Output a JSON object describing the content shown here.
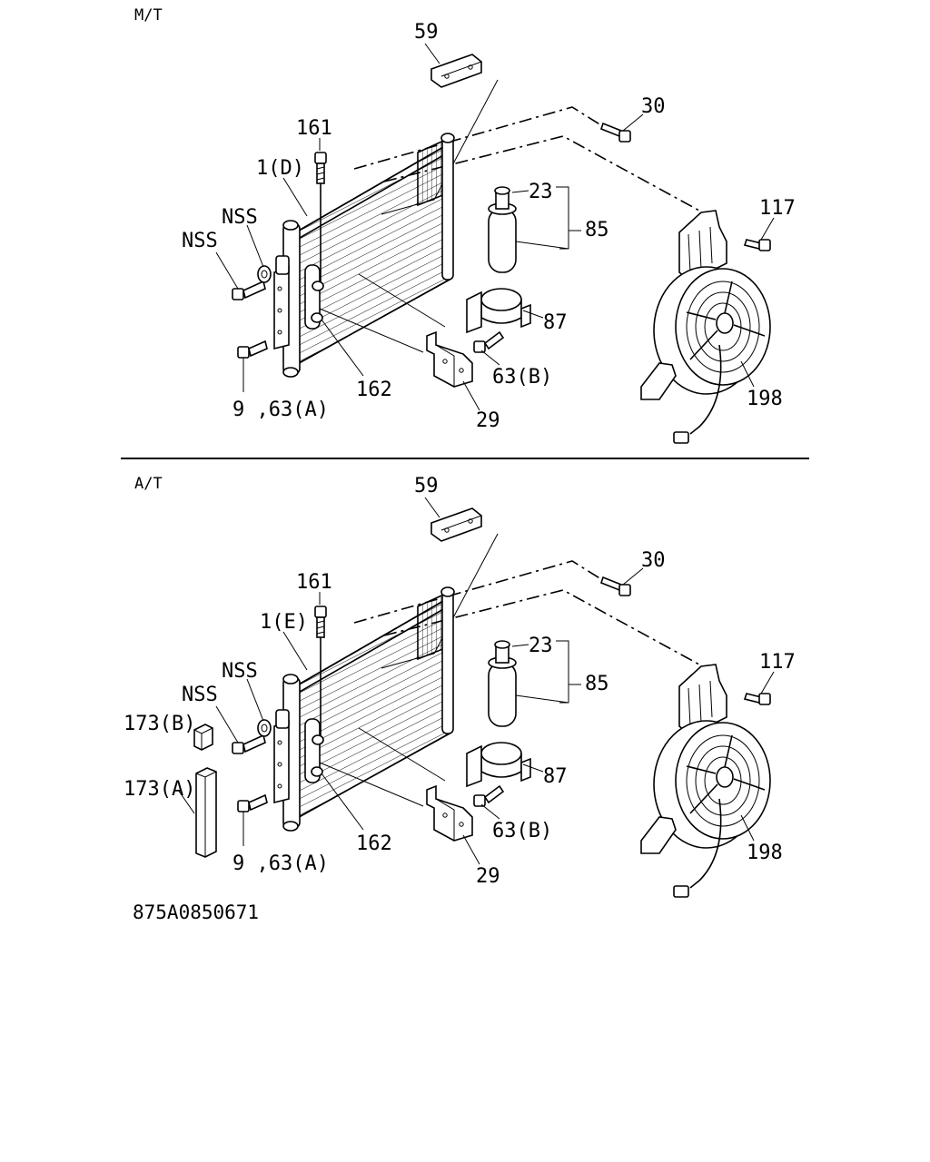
{
  "sections": [
    {
      "id": "mt",
      "header": "M/T",
      "labels": {
        "p59": "59",
        "p30": "30",
        "p161": "161",
        "p1": "1(D)",
        "p23": "23",
        "p85": "85",
        "p117": "117",
        "nss_upper": "NSS",
        "nss_lower": "NSS",
        "p87": "87",
        "p63b": "63(B)",
        "p198": "198",
        "p162": "162",
        "p9_63a": "9 ,63(A)",
        "p29": "29"
      }
    },
    {
      "id": "at",
      "header": "A/T",
      "labels": {
        "p59": "59",
        "p30": "30",
        "p161": "161",
        "p1": "1(E)",
        "p23": "23",
        "p85": "85",
        "p117": "117",
        "nss_upper": "NSS",
        "nss_lower": "NSS",
        "p173b": "173(B)",
        "p173a": "173(A)",
        "p87": "87",
        "p63b": "63(B)",
        "p198": "198",
        "p162": "162",
        "p9_63a": "9 ,63(A)",
        "p29": "29"
      }
    }
  ],
  "catalog_number": "875A0850671"
}
